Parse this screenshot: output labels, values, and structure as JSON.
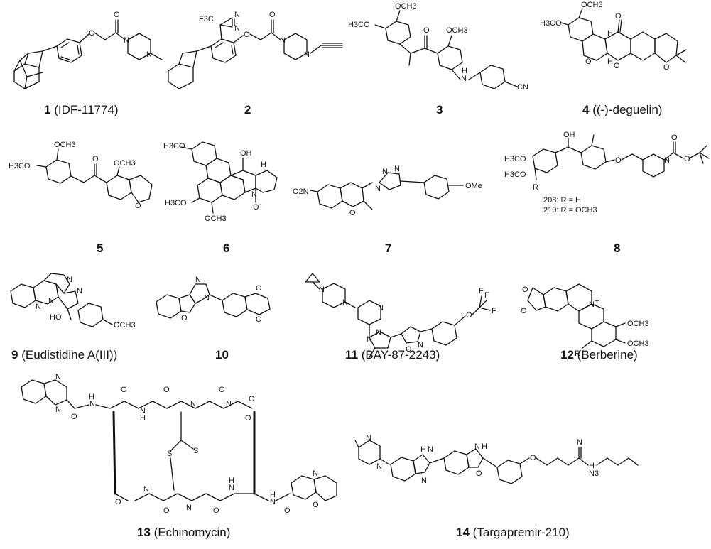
{
  "compounds": [
    {
      "id": "c1",
      "number": "1",
      "name": "(IDF-11774)"
    },
    {
      "id": "c2",
      "number": "2",
      "name": ""
    },
    {
      "id": "c3",
      "number": "3",
      "name": ""
    },
    {
      "id": "c4",
      "number": "4",
      "name": "((-)-deguelin)"
    },
    {
      "id": "c5",
      "number": "5",
      "name": ""
    },
    {
      "id": "c6",
      "number": "6",
      "name": ""
    },
    {
      "id": "c7",
      "number": "7",
      "name": ""
    },
    {
      "id": "c8",
      "number": "8",
      "name": ""
    },
    {
      "id": "c9",
      "number": "9",
      "name": "(Eudistidine A(III))"
    },
    {
      "id": "c10",
      "number": "10",
      "name": ""
    },
    {
      "id": "c11",
      "number": "11",
      "name": "(BAY-87-2243)"
    },
    {
      "id": "c12",
      "number": "12",
      "name": "(Berberine)"
    },
    {
      "id": "c13",
      "number": "13",
      "name": "(Echinomycin)"
    },
    {
      "id": "c14",
      "number": "14",
      "name": "(Targapremir-210)"
    }
  ],
  "atom_labels": {
    "c1": [
      "O",
      "O",
      "N",
      "N"
    ],
    "c2": [
      "F3C",
      "N",
      "N",
      "O",
      "O",
      "N",
      "N"
    ],
    "c3": [
      "OCH3",
      "H3CO",
      "O",
      "OCH3",
      "N",
      "H",
      "CN"
    ],
    "c4": [
      "OCH3",
      "H3CO",
      "O",
      "H",
      "H",
      "O",
      "O",
      "O"
    ],
    "c5": [
      "OCH3",
      "H3CO",
      "O",
      "OCH3",
      "O"
    ],
    "c6": [
      "H3CO",
      "OH",
      "H",
      "N",
      "+",
      "O",
      "-",
      "H3CO",
      "OCH3"
    ],
    "c7": [
      "O2N",
      "O",
      "N",
      "N",
      "N",
      "OMe"
    ],
    "c8": [
      "H3CO",
      "OH",
      "H3CO",
      "R",
      "O",
      "N",
      "O",
      "O",
      "208: R = H",
      "210: R = OCH3"
    ],
    "c9": [
      "N",
      "N",
      "N",
      "N",
      "HO",
      "OCH3"
    ],
    "c10": [
      "N",
      "N",
      "O",
      "O",
      "O"
    ],
    "c11": [
      "N",
      "N",
      "N",
      "N",
      "N",
      "O",
      "N",
      "O",
      "F",
      "F",
      "F"
    ],
    "c12": [
      "O",
      "O",
      "N",
      "+",
      "OCH3",
      "OCH3",
      "R"
    ],
    "c13": [
      "N",
      "N",
      "O",
      "H",
      "N",
      "O",
      "N",
      "H",
      "O",
      "N",
      "O",
      "N",
      "O",
      "O",
      "S",
      "S",
      "N",
      "N",
      "O",
      "N",
      "H",
      "O",
      "N",
      "H",
      "O",
      "N",
      "O",
      "O"
    ],
    "c14": [
      "N",
      "N",
      "H",
      "N",
      "N",
      "H",
      "N",
      "O",
      "O",
      "N",
      "H",
      "N3"
    ]
  }
}
